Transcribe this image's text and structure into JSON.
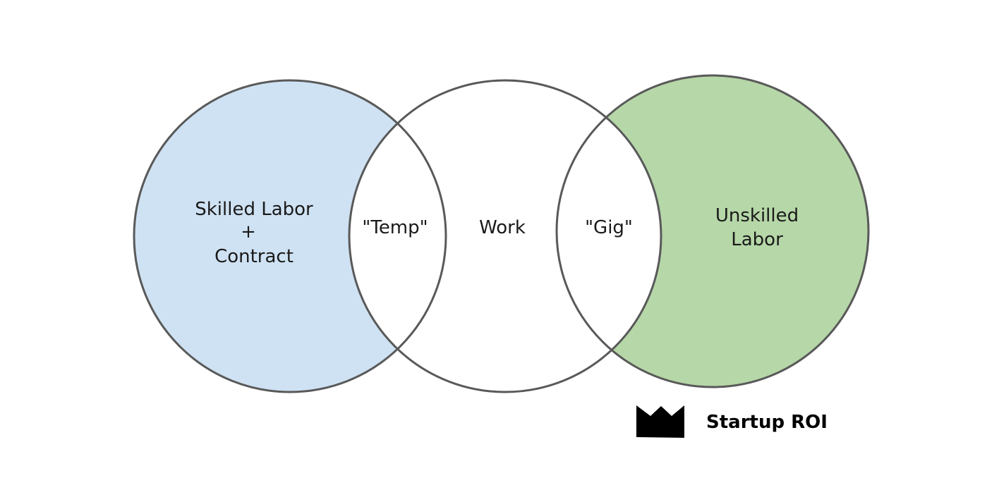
{
  "diagram": {
    "sets": [
      {
        "id": "skilled",
        "label_lines": [
          "Skilled Labor",
          "+",
          "Contract"
        ],
        "fill": "#cfe2f3"
      },
      {
        "id": "work",
        "label_lines": [
          "Work"
        ],
        "fill": "#ffffff"
      },
      {
        "id": "unskilled",
        "label_lines": [
          "Unskilled",
          "Labor"
        ],
        "fill": "#b6d7a8"
      }
    ],
    "overlaps": [
      {
        "id": "temp",
        "label": "\"Temp\"",
        "between": [
          "skilled",
          "work"
        ]
      },
      {
        "id": "gig",
        "label": "\"Gig\"",
        "between": [
          "work",
          "unskilled"
        ]
      }
    ],
    "stroke_color": "#595959"
  },
  "brand": {
    "name": "Startup ROI",
    "logo_icon": "crown-icon",
    "logo_color": "#000000"
  }
}
